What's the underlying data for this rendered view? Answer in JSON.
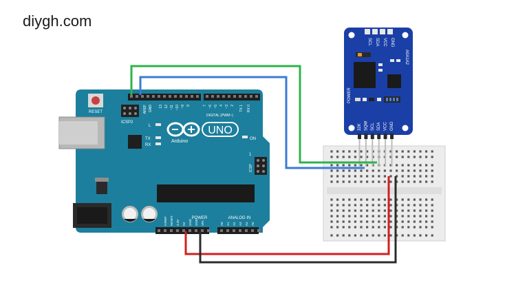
{
  "site_name": "diygh.com",
  "arduino": {
    "reset_label": "RESET",
    "icsp2_label": "ICSP2",
    "icsp_label": "ICSP",
    "l_label": "L",
    "tx_label": "TX",
    "rx_label": "RX",
    "on_label": "ON",
    "brand_label": "Arduino",
    "model_label": "UNO",
    "digital_label": "DIGITAL (PWM~)",
    "power_label": "POWER",
    "analog_label": "ANALOG IN",
    "aref_label": "AREF",
    "gnd_label": "GND",
    "top_pin_labels": [
      "13",
      "12",
      "~11",
      "~10",
      "~9",
      "8",
      "7",
      "~6",
      "~5",
      "4",
      "~3",
      "2",
      "TX 1",
      "RX 0"
    ],
    "power_pin_labels": [
      "IOREF",
      "RESET",
      "3.3V",
      "5V",
      "GND",
      "GND",
      "VIN"
    ],
    "analog_pin_labels": [
      "A0",
      "A1",
      "A2",
      "A3",
      "A4",
      "A5"
    ],
    "one_label": "1"
  },
  "rtc_module": {
    "top_pins": [
      "SCL",
      "SDA",
      "VCC",
      "GND"
    ],
    "bottom_pins": [
      "32K",
      "SQW",
      "SCL",
      "SDA",
      "VCC",
      "GND"
    ],
    "address_label": "A0A1A2",
    "power_label": "POWER"
  },
  "colors": {
    "board": "#1c7f9d",
    "module": "#1a3fa6",
    "wire_green": "#2db34a",
    "wire_blue": "#3a7bd5",
    "wire_red": "#d21f1f",
    "wire_black": "#2b2b2b",
    "breadboard": "#ececec"
  }
}
